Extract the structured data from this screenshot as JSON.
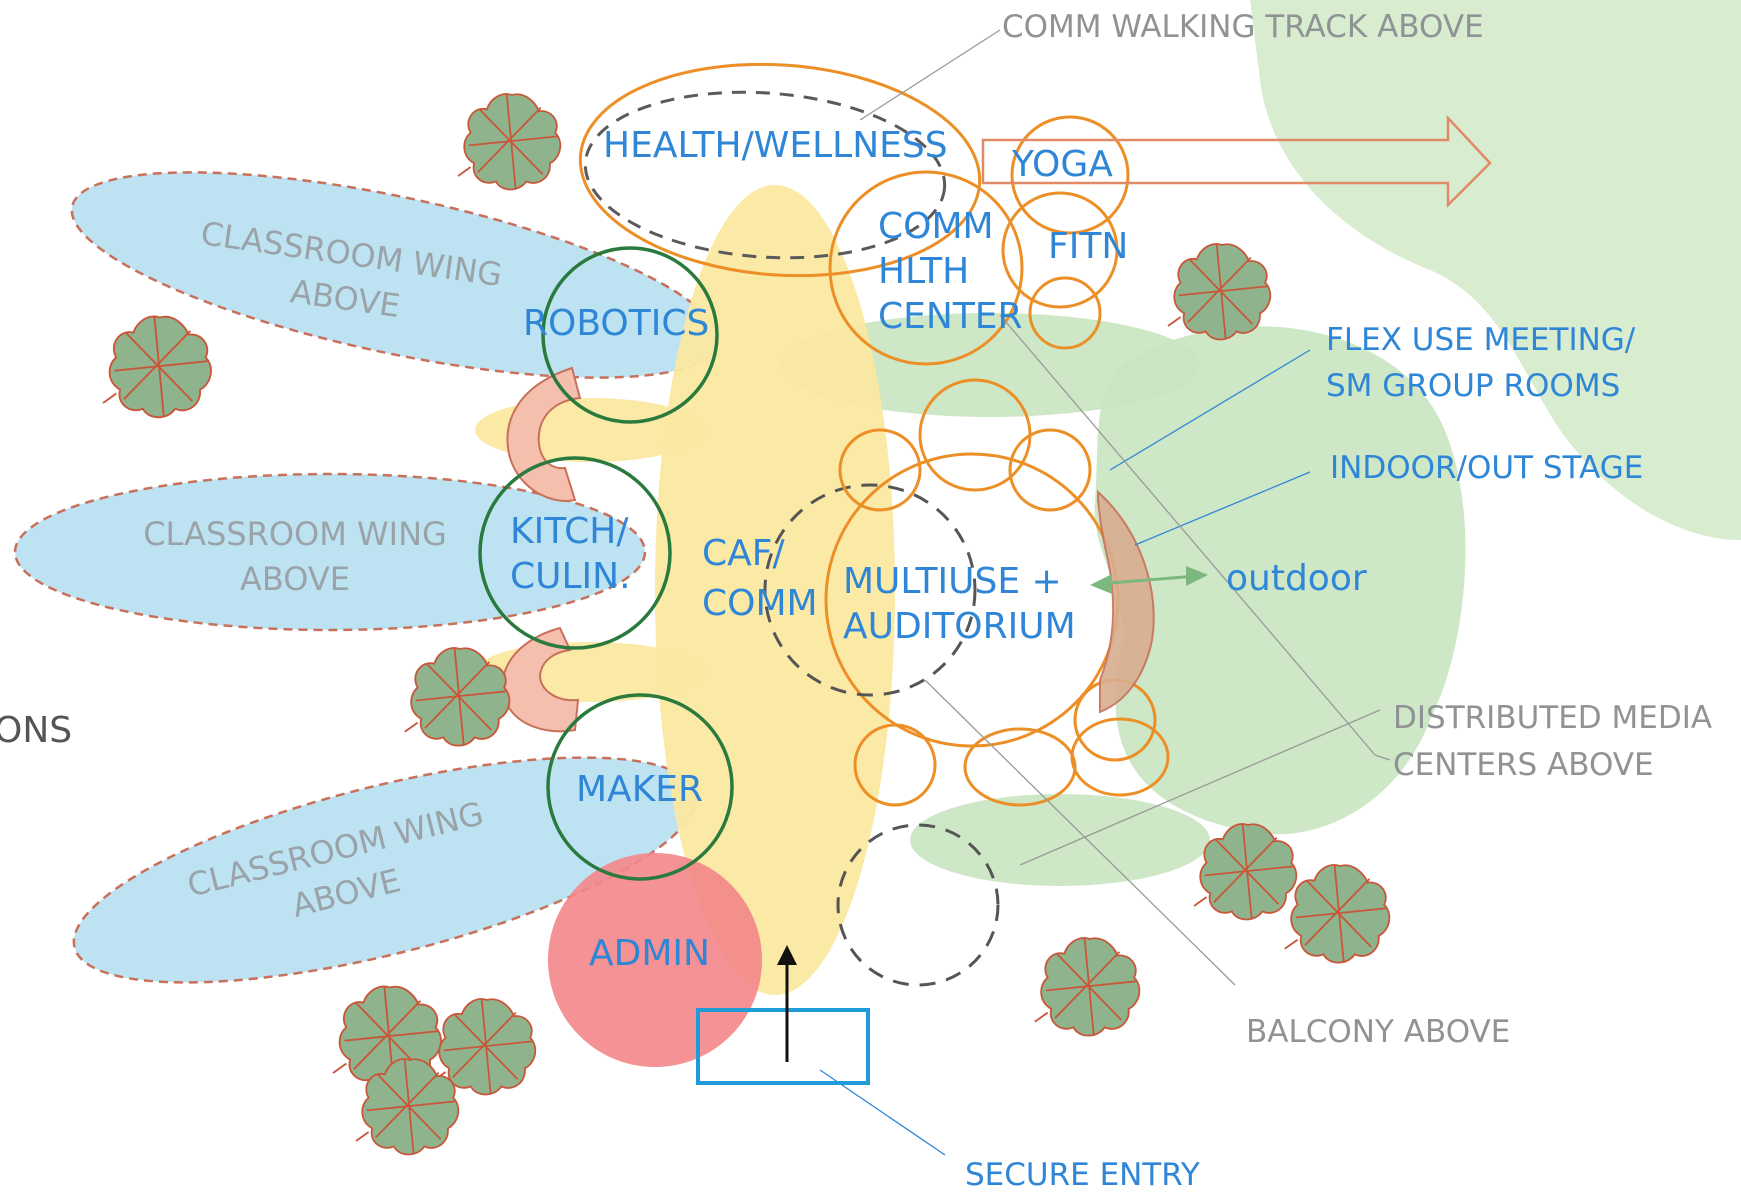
{
  "spaces": {
    "health_wellness": "HEALTH/WELLNESS",
    "yoga": "YOGA",
    "comm_hlth_center": [
      "COMM",
      "HLTH",
      "CENTER"
    ],
    "fitn": "FITN",
    "robotics": "ROBOTICS",
    "kitch_culin": [
      "KITCH/",
      "CULIN."
    ],
    "caf_comm": [
      "CAF/",
      "COMM"
    ],
    "multiuse_auditorium": [
      "MULTIUSE +",
      "AUDITORIUM"
    ],
    "outdoor": "outdoor",
    "maker": "MAKER",
    "admin": "ADMIN"
  },
  "wings": {
    "top": [
      "CLASSROOM WING",
      "ABOVE"
    ],
    "middle": [
      "CLASSROOM WING",
      "ABOVE"
    ],
    "bottom": [
      "CLASSROOM WING",
      "ABOVE"
    ]
  },
  "callouts": {
    "comm_walking_track": "COMM WALKING TRACK ABOVE",
    "flex_use": [
      "FLEX USE MEETING/",
      "SM GROUP ROOMS"
    ],
    "indoor_out_stage": "INDOOR/OUT STAGE",
    "distributed_media": [
      "DISTRIBUTED MEDIA",
      "CENTERS ABOVE"
    ],
    "balcony_above": "BALCONY ABOVE",
    "secure_entry": "SECURE ENTRY"
  },
  "edge_fragment": "ONS",
  "colors": {
    "classroom_wing": "#bde3f3",
    "wing_outline": "#c8705a",
    "commons_spine": "#fbe8a1",
    "landscape_green": "#c9e4c0",
    "cluster_outline": "#ec8f26",
    "program_circle": "#2a7a3e",
    "admin": "#f3868a",
    "connector": "#f5bfae",
    "stage": "#d8ad8f",
    "tree_fill": "#8fb48d",
    "tree_outline": "#c8573a",
    "label_blue": "#2f86d6",
    "label_gray": "#8f9395",
    "entry_box": "#1f9cd8"
  }
}
